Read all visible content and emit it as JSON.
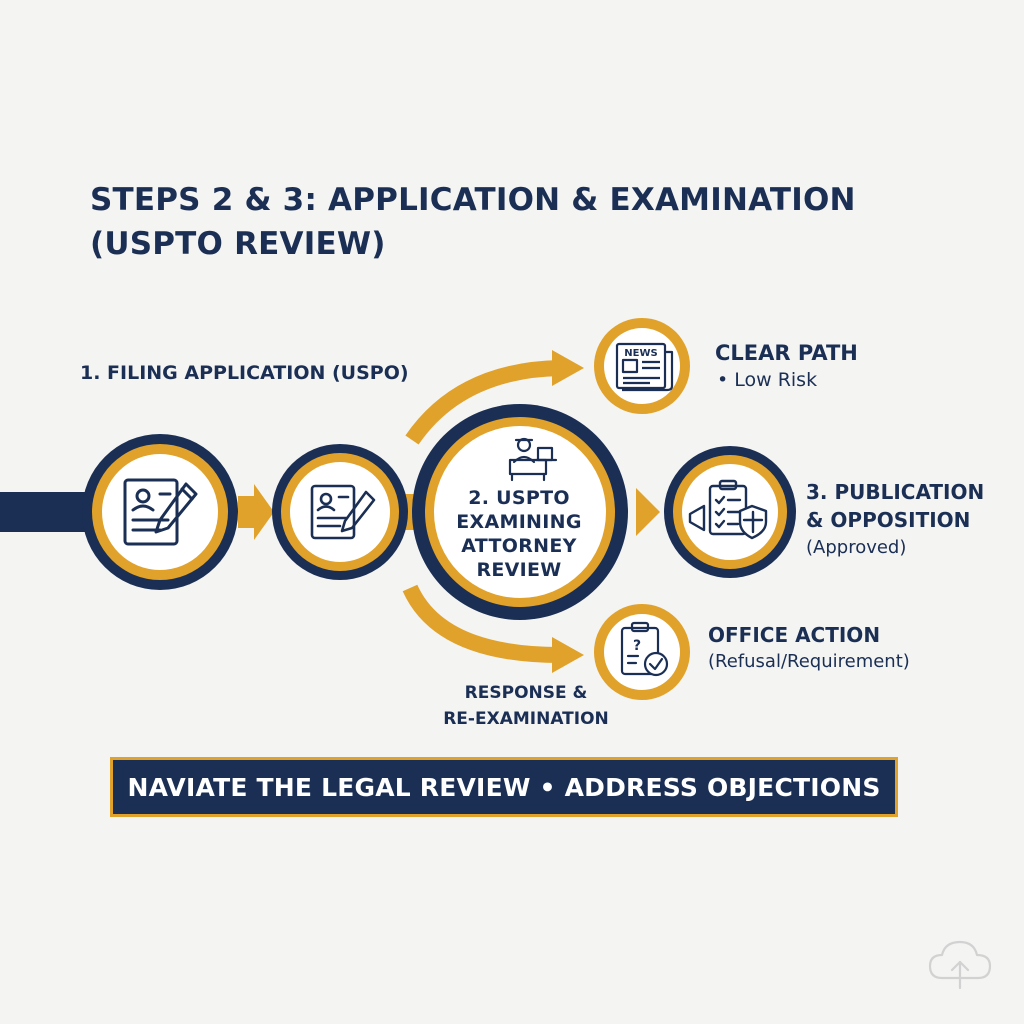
{
  "title": {
    "line1": "STEPS 2 & 3: APPLICATION & EXAMINATION",
    "line2": "(USPTO REVIEW)"
  },
  "steps": {
    "filing": "1. FILING APPLICATION (USPO)",
    "review": {
      "line1": "2. USPTO",
      "line2": "EXAMINING",
      "line3": "ATTORNEY",
      "line4": "REVIEW"
    },
    "clear_path": {
      "heading": "CLEAR PATH",
      "detail": "• Low Risk"
    },
    "publication": {
      "line1": "3. PUBLICATION",
      "line2": "& OPPOSITION",
      "detail": "(Approved)"
    },
    "office_action": {
      "heading": "OFFICE ACTION",
      "detail": "(Refusal/Requirement)"
    },
    "response": {
      "line1": "RESPONSE &",
      "line2": "RE-EXAMINATION"
    }
  },
  "icons": {
    "newspaper_text": "NEWS",
    "question_mark": "?"
  },
  "banner": {
    "text": "NAVIATE THE LEGAL REVIEW • ADDRESS OBJECTIONS"
  },
  "colors": {
    "navy": "#1b2f55",
    "gold": "#e0a22a",
    "background": "#f4f4f2"
  }
}
